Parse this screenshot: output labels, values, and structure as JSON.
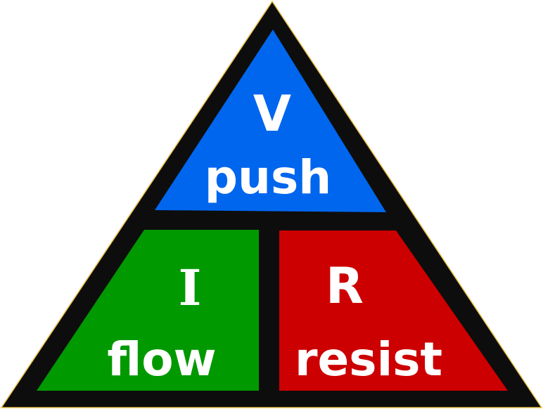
{
  "title": "Ohm's Law Triangle",
  "colors": {
    "frame": "#0d0d0d",
    "frame_outline": "#e8c14a",
    "voltage": "#0066ee",
    "current": "#009900",
    "resistance": "#cc0000",
    "text": "#ffffff"
  },
  "sections": {
    "voltage": {
      "symbol": "V",
      "word": "push"
    },
    "current": {
      "symbol": "I",
      "word": "flow"
    },
    "resistance": {
      "symbol": "R",
      "word": "resist"
    }
  }
}
